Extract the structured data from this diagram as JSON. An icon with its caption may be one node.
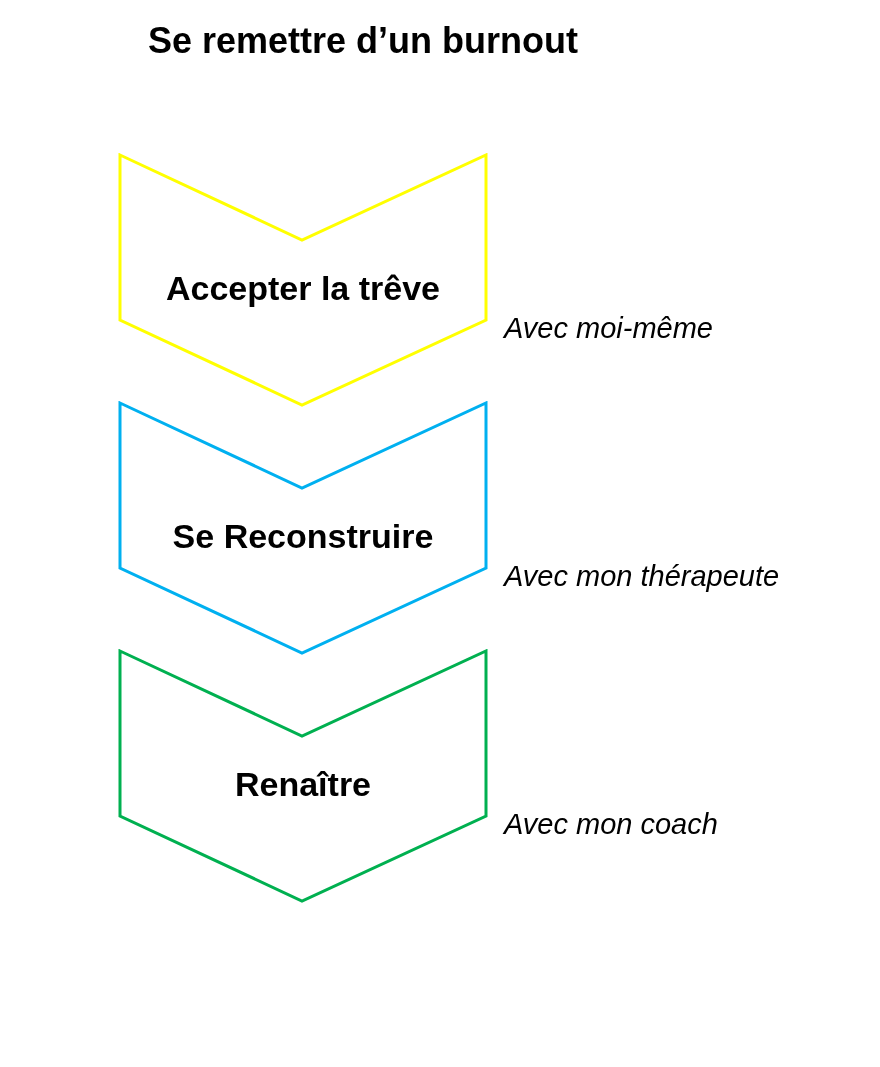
{
  "diagram": {
    "title": "Se remettre d’un burnout",
    "nodes": [
      {
        "text": [
          "Accepter la trêve"
        ],
        "beside": [
          "Avec moi-même"
        ]
      },
      {
        "text": [
          "Se Reconstruire"
        ],
        "beside": [
          "Avec mon thérapeute"
        ]
      },
      {
        "text": [
          "Renaître"
        ],
        "beside": [
          "Avec mon coach"
        ]
      }
    ]
  }
}
